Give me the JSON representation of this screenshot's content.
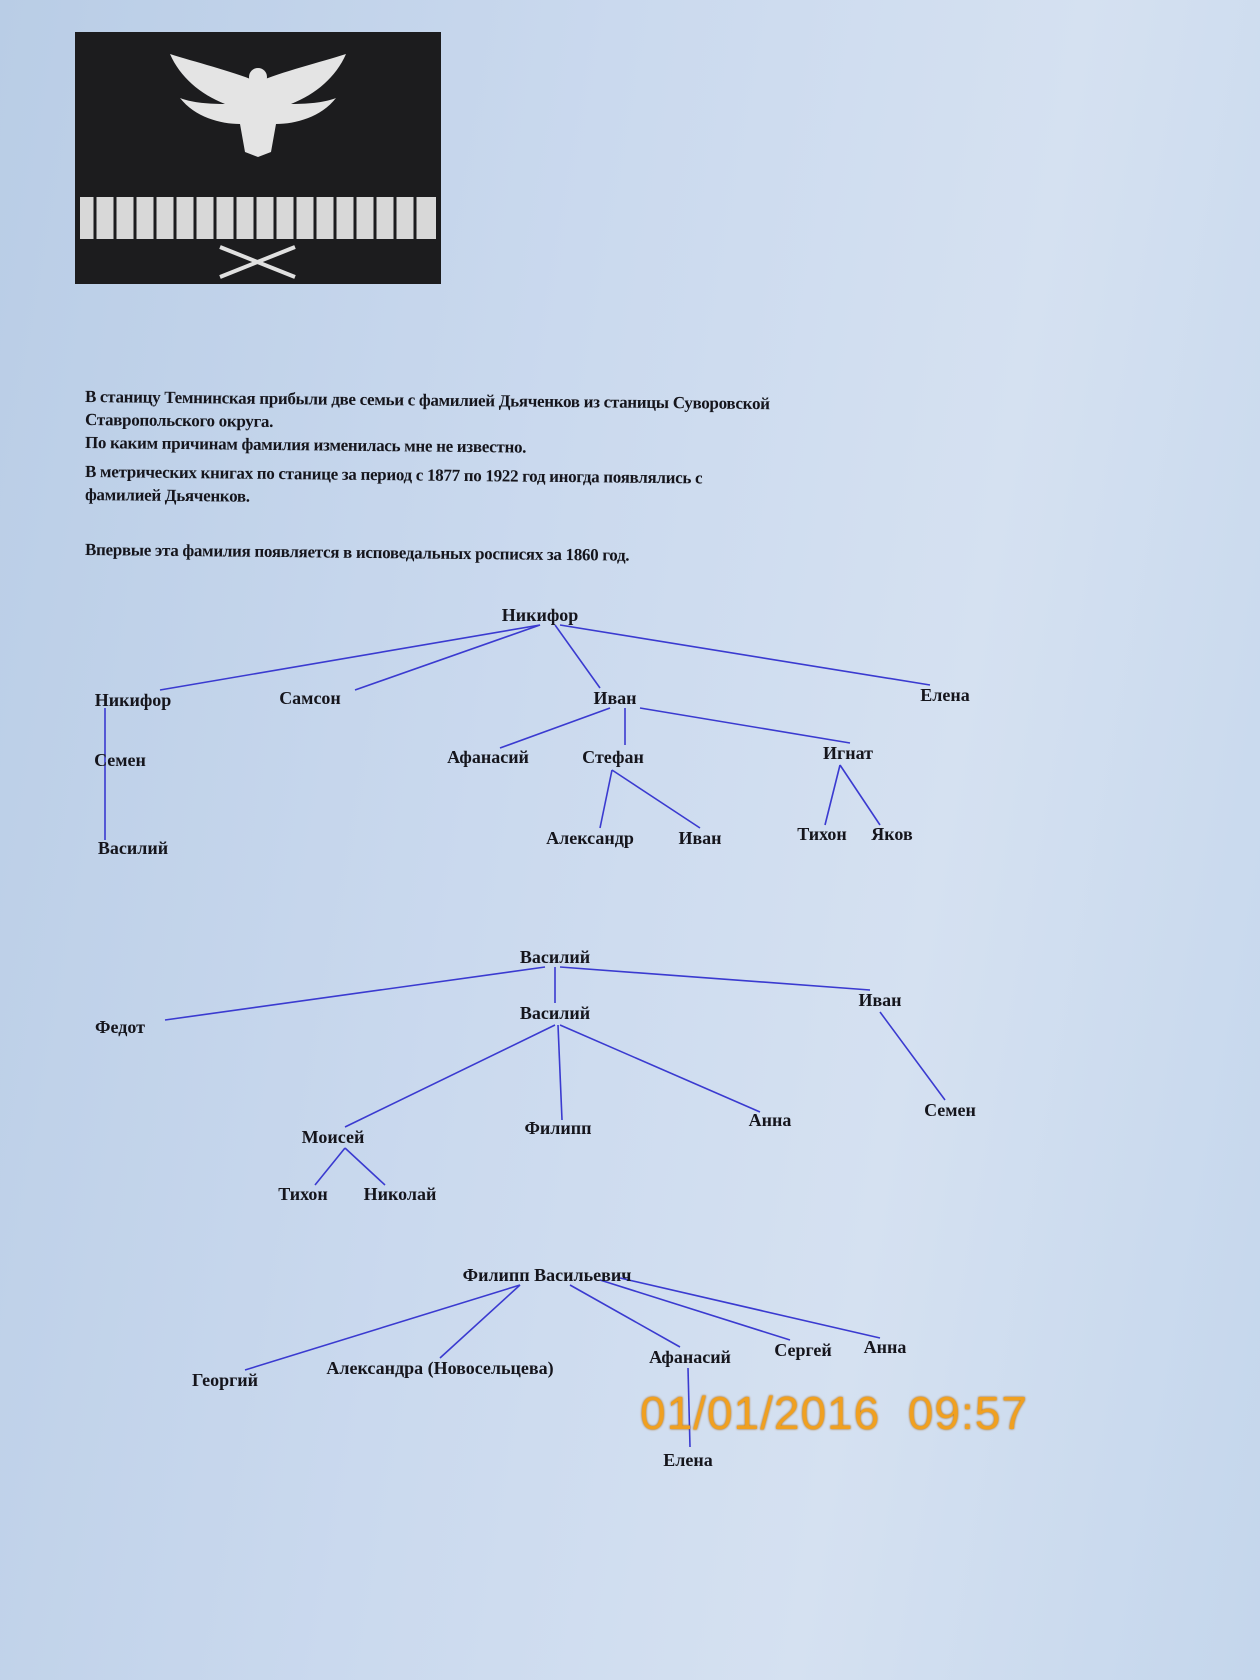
{
  "document": {
    "paragraphs": [
      "В станицу Темнинская прибыли две семьи с фамилией Дьяченков из станицы Суворовской",
      "Ставропольского округа.",
      "По каким причинам фамилия изменилась мне не известно.",
      " В метрических книгах по станице за период с 1877 по 1922 год иногда появлялись с",
      "фамилией Дьяченков.",
      "Впервые эта фамилия появляется в исповедальных росписях за 1860 год."
    ]
  },
  "tree1": {
    "root": "Никифор",
    "c1": "Никифор",
    "c2": "Самсон",
    "c3": "Иван",
    "c4": "Елена",
    "c1a": "Семен",
    "c1b": "Василий",
    "c3a": "Афанасий",
    "c3b": "Стефан",
    "c3c": "Игнат",
    "c3b1": "Александр",
    "c3b2": "Иван",
    "c3c1": "Тихон",
    "c3c2": "Яков"
  },
  "tree2": {
    "root": "Василий",
    "c1": "Федот",
    "c2": "Василий",
    "c3": "Иван",
    "c2a": "Моисей",
    "c2b": "Филипп",
    "c2c": "Анна",
    "c3a": "Семен",
    "c2a1": "Тихон",
    "c2a2": "Николай"
  },
  "tree3": {
    "root": "Филипп Васильевич",
    "c1": "Георгий",
    "c2": "Александра (Новосельцева)",
    "c3": "Афанасий",
    "c4": "Сергей",
    "c5": "Анна",
    "c3a": "Елена"
  },
  "photo_timestamp": "01/01/2016  09:57",
  "colors": {
    "line": "#3a3ad0",
    "stamp": "#f0a020"
  }
}
